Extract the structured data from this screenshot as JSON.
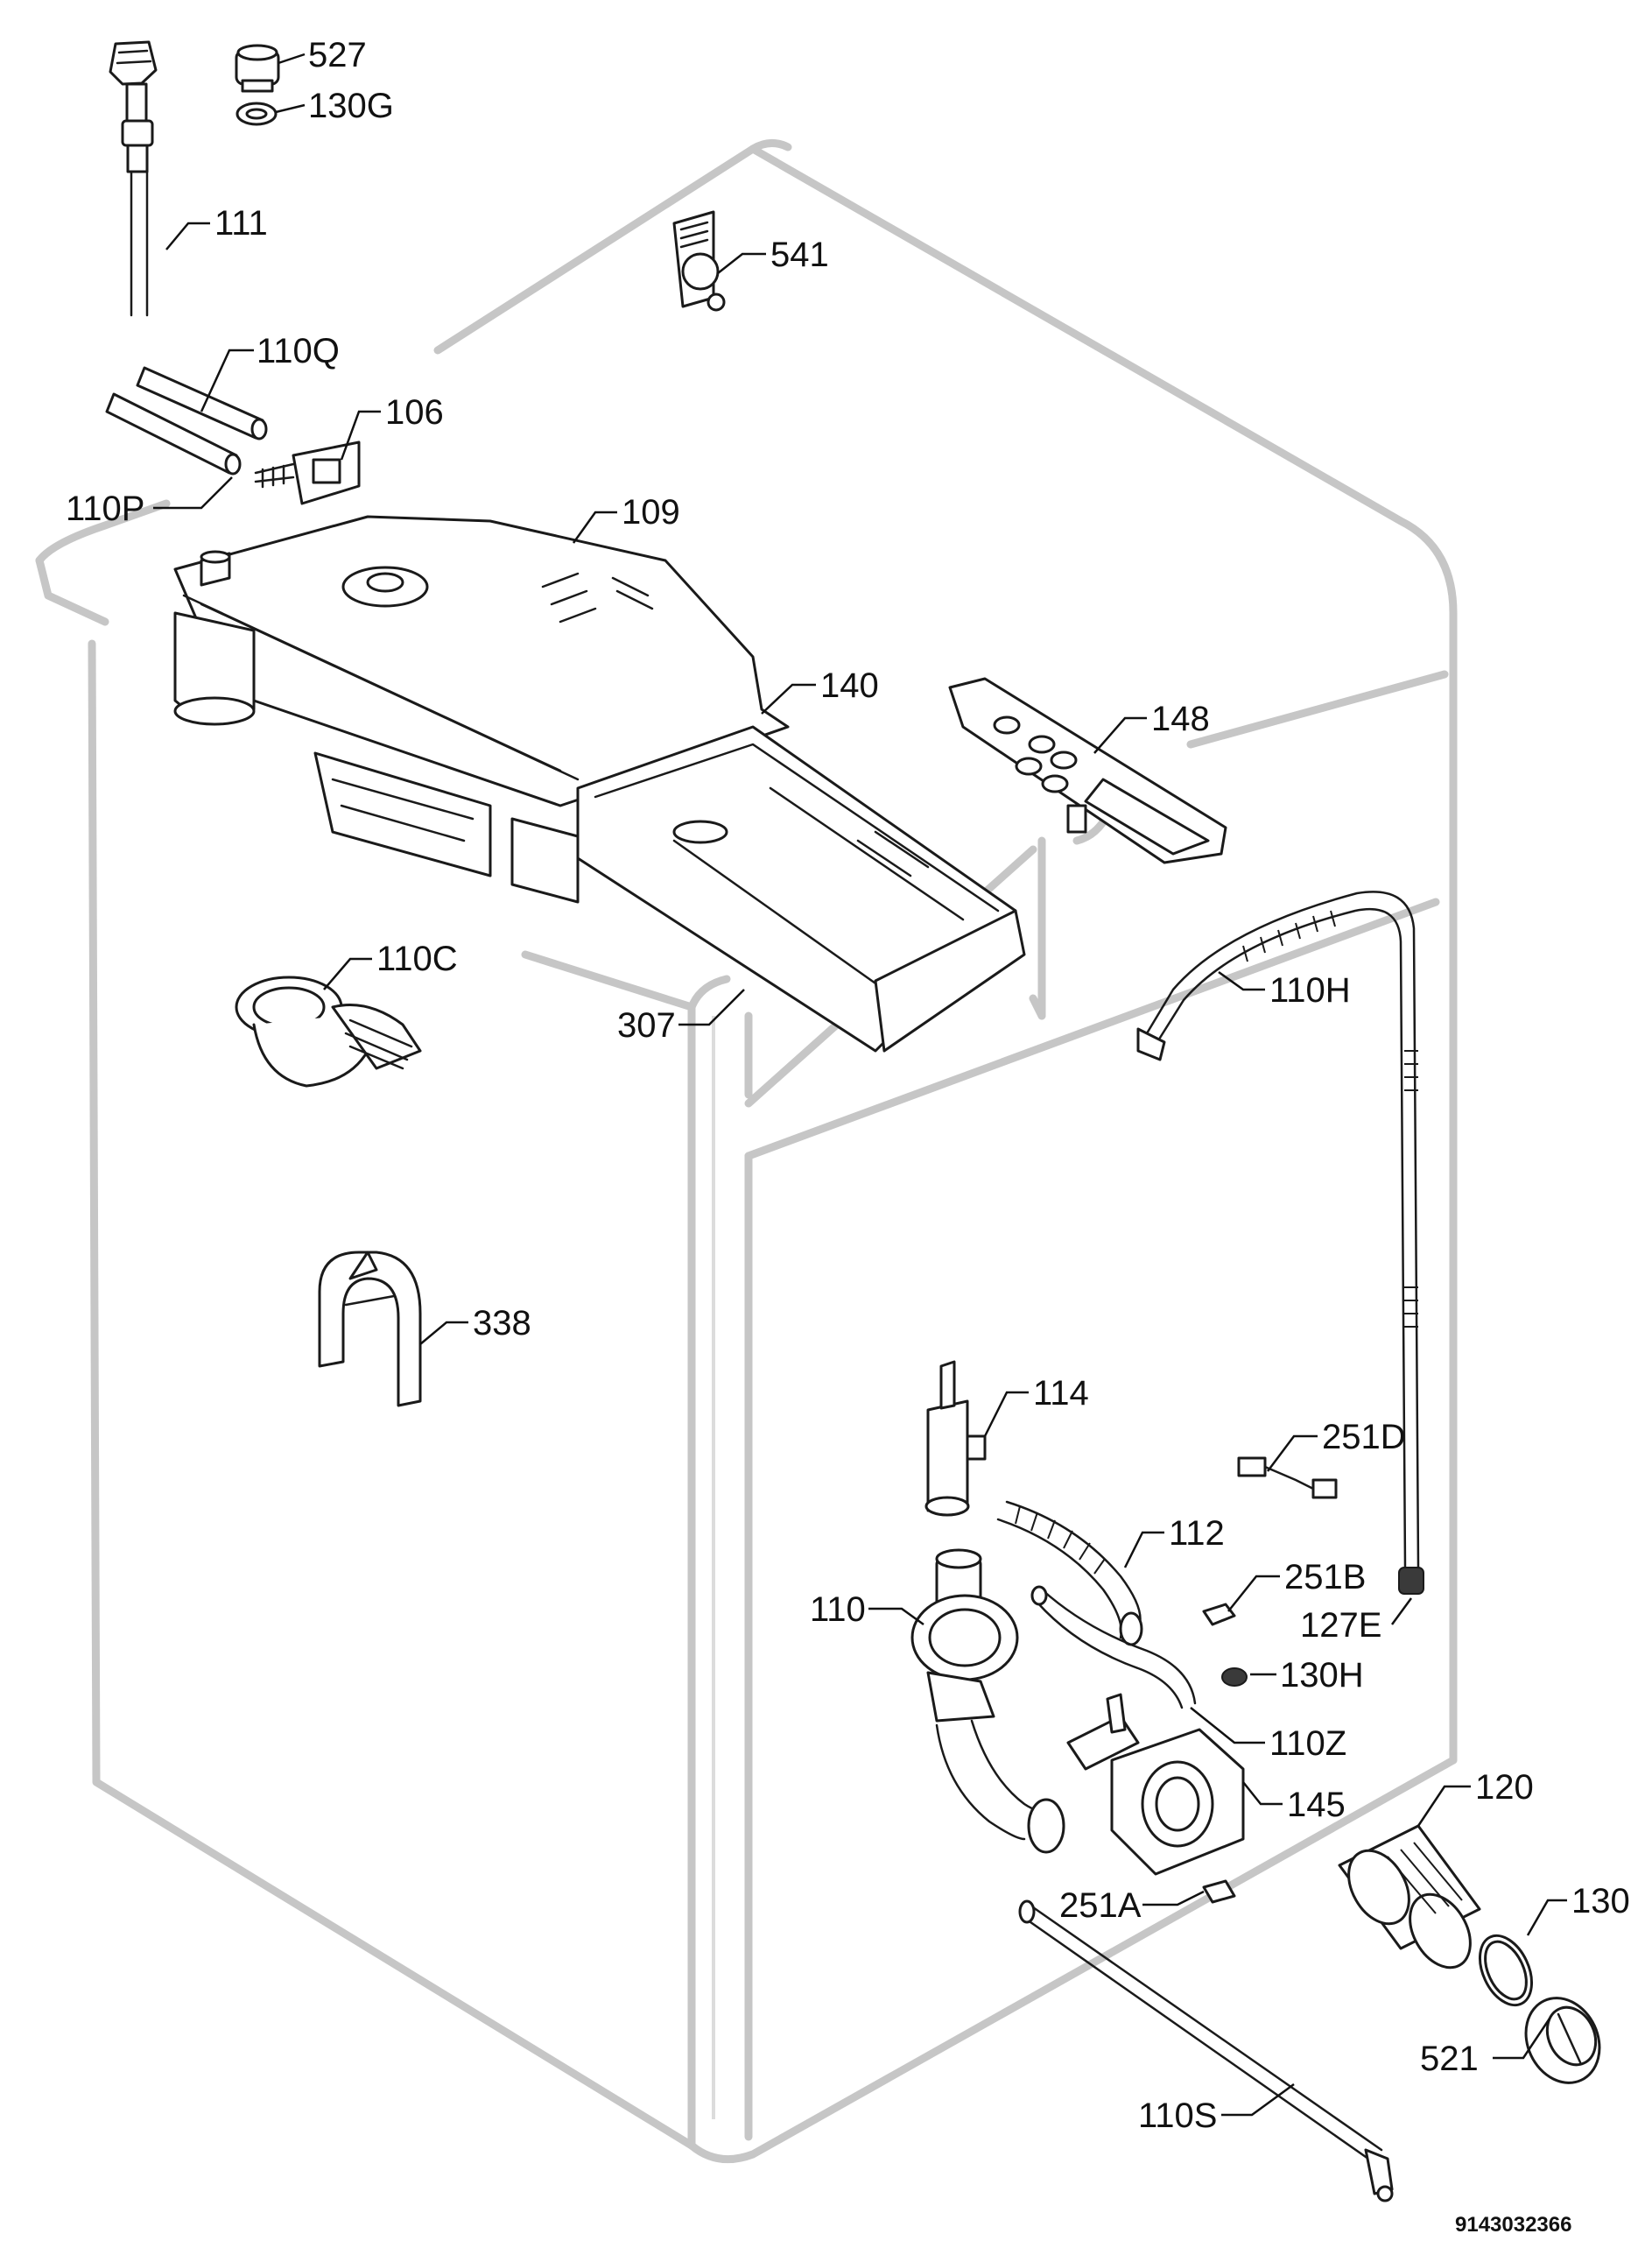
{
  "diagram": {
    "labels": {
      "p527": "527",
      "p130G": "130G",
      "p111": "111",
      "p541": "541",
      "p110Q": "110Q",
      "p106": "106",
      "p110P": "110P",
      "p109": "109",
      "p140": "140",
      "p148": "148",
      "p110C": "110C",
      "p307": "307",
      "p110H": "110H",
      "p338": "338",
      "p114": "114",
      "p251D": "251D",
      "p112": "112",
      "p110": "110",
      "p251B": "251B",
      "p127E": "127E",
      "p130H": "130H",
      "p110Z": "110Z",
      "p145": "145",
      "p120": "120",
      "p251A": "251A",
      "p130": "130",
      "p521": "521",
      "p110S": "110S"
    },
    "document_number": "9143032366"
  }
}
